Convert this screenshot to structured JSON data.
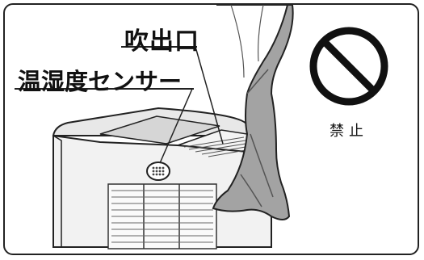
{
  "labels": {
    "air_outlet": "吹出口",
    "humidity_sensor": "温湿度センサー",
    "prohibited": "禁止"
  },
  "icons": {
    "prohibition": "prohibition-sign-icon"
  },
  "colors": {
    "line": "#222222",
    "curtain": "#9a9a9a",
    "body_shade": "#e6e6e6",
    "top_panel": "#d6d6d6"
  }
}
